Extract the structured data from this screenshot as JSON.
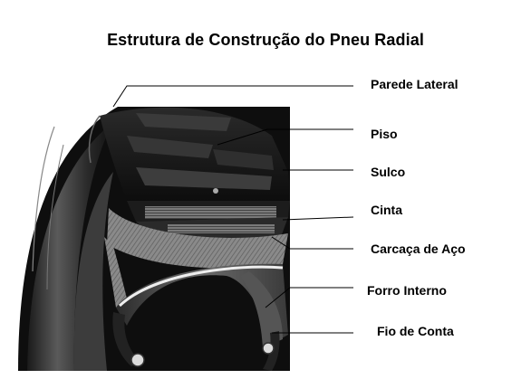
{
  "title": "Estrutura de Construção do Pneu Radial",
  "labels": {
    "sidewall": "Parede Lateral",
    "tread": "Piso",
    "groove": "Sulco",
    "belt": "Cinta",
    "steel_carcass": "Carcaça de Aço",
    "inner_liner": "Forro Interno",
    "bead_wire": "Fio de Conta"
  }
}
